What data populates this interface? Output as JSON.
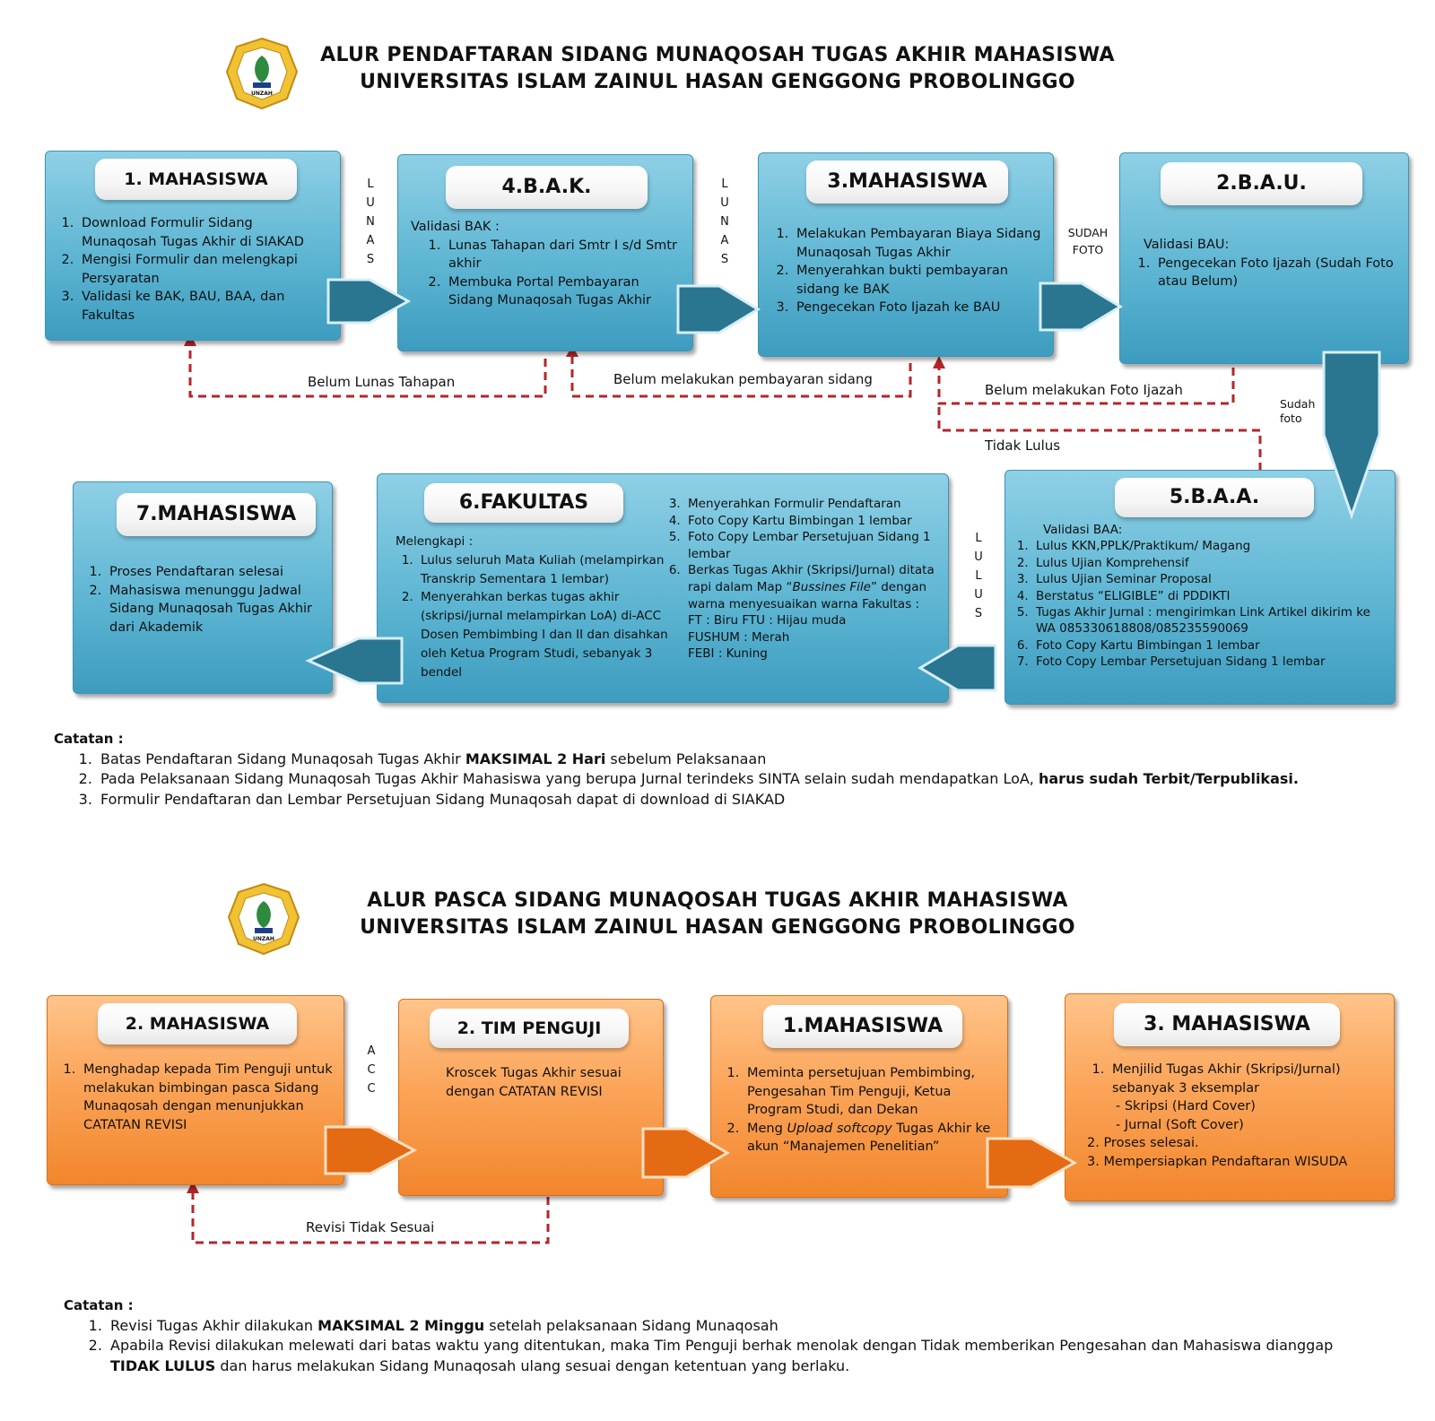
{
  "section1": {
    "title_line1": "ALUR PENDAFTARAN SIDANG MUNAQOSAH TUGAS AKHIR MAHASISWA",
    "title_line2": "UNIVERSITAS ISLAM ZAINUL HASAN GENGGONG PROBOLINGGO",
    "logo_text": "UNZAH",
    "box1": {
      "header": "1. MAHASISWA",
      "items": [
        "Download Formulir Sidang Munaqosah Tugas Akhir di SIAKAD",
        "Mengisi Formulir dan melengkapi Persyaratan",
        "Validasi ke BAK, BAU, BAA, dan Fakultas"
      ]
    },
    "box4": {
      "header": "4.B.A.K.",
      "intro": "Validasi BAK :",
      "items": [
        "Lunas Tahapan dari Smtr I s/d Smtr akhir",
        "Membuka Portal Pembayaran Sidang Munaqosah Tugas Akhir"
      ]
    },
    "box3": {
      "header": "3.MAHASISWA",
      "items": [
        "Melakukan Pembayaran Biaya Sidang Munaqosah Tugas Akhir",
        "Menyerahkan bukti pembayaran sidang ke BAK",
        "Pengecekan Foto Ijazah ke BAU"
      ]
    },
    "box2": {
      "header": "2.B.A.U.",
      "intro": "Validasi BAU:",
      "items": [
        "Pengecekan Foto Ijazah (Sudah Foto atau Belum)"
      ]
    },
    "box5": {
      "header": "5.B.A.A.",
      "intro": "Validasi BAA:",
      "items": [
        "Lulus KKN,PPLK/Praktikum/ Magang",
        "Lulus Ujian Komprehensif",
        "Lulus Ujian Seminar Proposal",
        "Berstatus “ELIGIBLE” di PDDIKTI",
        "Tugas Akhir Jurnal : mengirimkan Link Artikel dikirim ke WA 085330618808/085235590069",
        "Foto Copy Kartu Bimbingan 1 lembar",
        "Foto Copy Lembar Persetujuan Sidang 1 lembar"
      ]
    },
    "box6": {
      "header": "6.FAKULTAS",
      "intro": "Melengkapi :",
      "items_left": [
        "Lulus seluruh Mata Kuliah (melampirkan Transkrip Sementara 1 lembar)",
        "Menyerahkan berkas tugas akhir (skripsi/jurnal melampirkan LoA) di-ACC Dosen Pembimbing I dan II dan disahkan oleh Ketua Program Studi, sebanyak 3 bendel"
      ],
      "items_right": [
        "Menyerahkan Formulir Pendaftaran",
        "Foto Copy Kartu Bimbingan 1 lembar",
        "Foto Copy Lembar Persetujuan Sidang 1 lembar"
      ],
      "item6_a": "Berkas Tugas Akhir (Skripsi/Jurnal) ditata rapi dalam Map “",
      "item6_em": "Bussines File",
      "item6_b": "” dengan warna menyesuaikan warna Fakultas :",
      "colors": [
        "FT : Biru FTU : Hijau muda",
        "FUSHUM : Merah",
        "FEBI : Kuning"
      ]
    },
    "box7": {
      "header": "7.MAHASISWA",
      "items": [
        "Proses Pendaftaran selesai",
        "Mahasiswa menunggu Jadwal Sidang Munaqosah Tugas Akhir dari Akademik"
      ]
    },
    "connectors": {
      "lunas": [
        "L",
        "U",
        "N",
        "A",
        "S"
      ],
      "lulus": [
        "L",
        "U",
        "L",
        "U",
        "S"
      ],
      "sudah_foto_top": [
        "SUDAH",
        "FOTO"
      ],
      "sudah_foto_side": [
        "Sudah",
        "foto"
      ],
      "belum_lunas": "Belum Lunas Tahapan",
      "belum_bayar": "Belum melakukan pembayaran sidang",
      "belum_foto": "Belum melakukan Foto Ijazah",
      "tidak_lulus": "Tidak Lulus"
    },
    "notes_title": "Catatan :",
    "notes": [
      {
        "a": "Batas Pendaftaran Sidang Munaqosah Tugas Akhir ",
        "b": "MAKSIMAL 2 Hari",
        "c": " sebelum Pelaksanaan"
      },
      {
        "a": "Pada Pelaksanaan Sidang Munaqosah Tugas Akhir Mahasiswa yang berupa Jurnal terindeks SINTA selain sudah mendapatkan LoA, ",
        "b": "harus sudah Terbit/Terpublikasi.",
        "c": ""
      },
      {
        "a": "Formulir Pendaftaran dan Lembar Persetujuan Sidang Munaqosah dapat di download di SIAKAD",
        "b": "",
        "c": ""
      }
    ]
  },
  "section2": {
    "title_line1": "ALUR PASCA SIDANG MUNAQOSAH TUGAS AKHIR MAHASISWA",
    "title_line2": "UNIVERSITAS ISLAM ZAINUL HASAN GENGGONG PROBOLINGGO",
    "box2": {
      "header": "2. MAHASISWA",
      "items": [
        "Menghadap kepada Tim Penguji untuk melakukan bimbingan pasca Sidang Munaqosah dengan menunjukkan CATATAN REVISI"
      ]
    },
    "tim": {
      "header": "2. TIM PENGUJI",
      "text": "Kroscek Tugas Akhir sesuai dengan CATATAN REVISI"
    },
    "box1": {
      "header": "1.MAHASISWA",
      "item1": "Meminta persetujuan Pembimbing, Pengesahan Tim Penguji, Ketua Program Studi, dan Dekan",
      "item2_a": "Meng ",
      "item2_em": "Upload softcopy",
      "item2_b": " Tugas Akhir ke akun “Manajemen Penelitian”"
    },
    "box3": {
      "header": "3. MAHASISWA",
      "item1": "Menjilid Tugas Akhir (Skripsi/Jurnal) sebanyak 3 eksemplar",
      "sub": [
        "- Skripsi (Hard Cover)",
        "- Jurnal (Soft Cover)"
      ],
      "item2": "2. Proses selesai.",
      "item3": "3. Mempersiapkan Pendaftaran WISUDA"
    },
    "acc": [
      "A",
      "C",
      "C"
    ],
    "revisi": "Revisi Tidak Sesuai",
    "notes_title": "Catatan :",
    "notes": [
      {
        "a": "Revisi Tugas Akhir dilakukan ",
        "b": "MAKSIMAL 2 Minggu",
        "c": " setelah pelaksanaan Sidang Munaqosah"
      },
      {
        "a": "Apabila Revisi dilakukan melewati dari batas waktu yang ditentukan, maka Tim Penguji berhak menolak dengan Tidak memberikan Pengesahan dan Mahasiswa dianggap ",
        "b": "TIDAK LULUS",
        "c": " dan harus melakukan Sidang Munaqosah ulang sesuai dengan ketentuan yang berlaku."
      }
    ]
  },
  "colors": {
    "blue_box": "#5eb6d3",
    "orange_box": "#f6963f",
    "dashed_red": "#b3262b",
    "arrow_blue": "#2a7590",
    "arrow_orange": "#e46b13"
  }
}
